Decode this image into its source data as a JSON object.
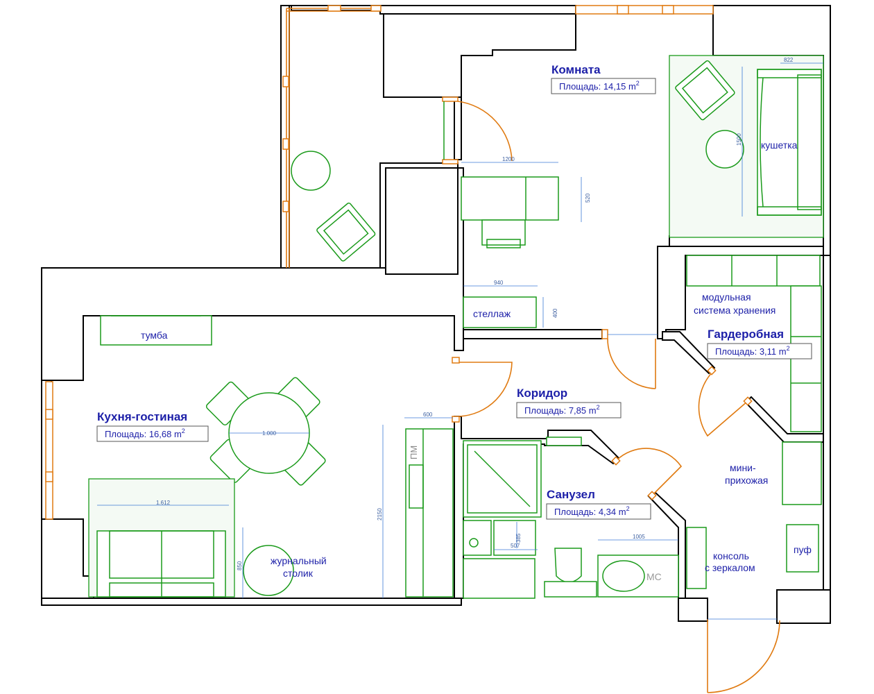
{
  "rooms": {
    "komnata": {
      "name": "Комната",
      "area_label": "Площадь: 14,15 m",
      "area_sup": "2"
    },
    "kitchen": {
      "name": "Кухня-гостиная",
      "area_label": "Площадь: 16,68 m",
      "area_sup": "2"
    },
    "corridor": {
      "name": "Коридор",
      "area_label": "Площадь: 7,85 m",
      "area_sup": "2"
    },
    "wardrobe": {
      "name": "Гардеробная",
      "area_label": "Площадь: 3,11 m",
      "area_sup": "2"
    },
    "bathroom": {
      "name": "Санузел",
      "area_label": "Площадь: 4,34 m",
      "area_sup": "2"
    }
  },
  "labels": {
    "kushetka": "кушетка",
    "stellazh": "стеллаж",
    "tumba": "тумба",
    "modular_1": "модульная",
    "modular_2": "система хранения",
    "mini_1": "мини-",
    "mini_2": "прихожая",
    "console_1": "консоль",
    "console_2": "с зеркалом",
    "puf": "пуф",
    "coffee_1": "журнальный",
    "coffee_2": "столик",
    "pm": "ПМ",
    "mc": "МС"
  },
  "dimensions": {
    "d822": "822",
    "d1500": "1500",
    "d1200": "1200",
    "d520": "520",
    "d940": "940",
    "d400": "400",
    "d600": "600",
    "d1000": "1.000",
    "d1612": "1.612",
    "d2150": "2150",
    "d850": "850",
    "d385": "385",
    "d507": "507",
    "d1005": "1005"
  },
  "colors": {
    "walls": "#000000",
    "furniture": "#1a9a1a",
    "doors_windows": "#e07a10",
    "dimensions": "#3c7ad6",
    "labels": "#1c1fa8"
  }
}
